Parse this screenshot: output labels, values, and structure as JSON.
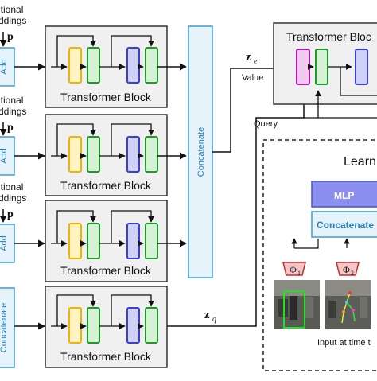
{
  "pos_label_top": "itional",
  "pos_label_bottom": "ddings",
  "pos_symbol": "p",
  "add_label": "Add",
  "concat_left_label": "Concatenate",
  "concat_main_label": "Concatenate",
  "transformer_block_label": "Transformer Block",
  "transformer_bloc_cropped": "Transformer Bloc",
  "ze_symbol": "z",
  "ze_sub": "e",
  "zq_symbol": "z",
  "zq_sub": "q",
  "value_label": "Value",
  "query_label": "Query",
  "learn_label": "Learn",
  "mlp_label": "MLP",
  "concatenate_cropped": "Concatenate",
  "phi1": "Φ",
  "phi1_sub": "1",
  "phi2": "Φ",
  "phi2_sub": "2",
  "input_caption": "Input at time t",
  "colors": {
    "block_fill": "#f0f0f0",
    "block_stroke": "#333333",
    "yellow_fill": "#fff3c2",
    "yellow_stroke": "#f0b400",
    "green_fill": "#d5f2d5",
    "green_stroke": "#1d9b2a",
    "blue_fill": "#cfd1f7",
    "blue_stroke": "#3a3fd1",
    "pink_fill": "#f4c9f0",
    "pink_stroke": "#b01fb0",
    "concat_fill": "#e6f3fb",
    "concat_stroke": "#3e9bd6",
    "mlp_fill": "#8a8ff0",
    "mlp_stroke": "#4a50c8",
    "phi_fill": "#f5c6c6",
    "phi_stroke": "#c82c2c"
  }
}
